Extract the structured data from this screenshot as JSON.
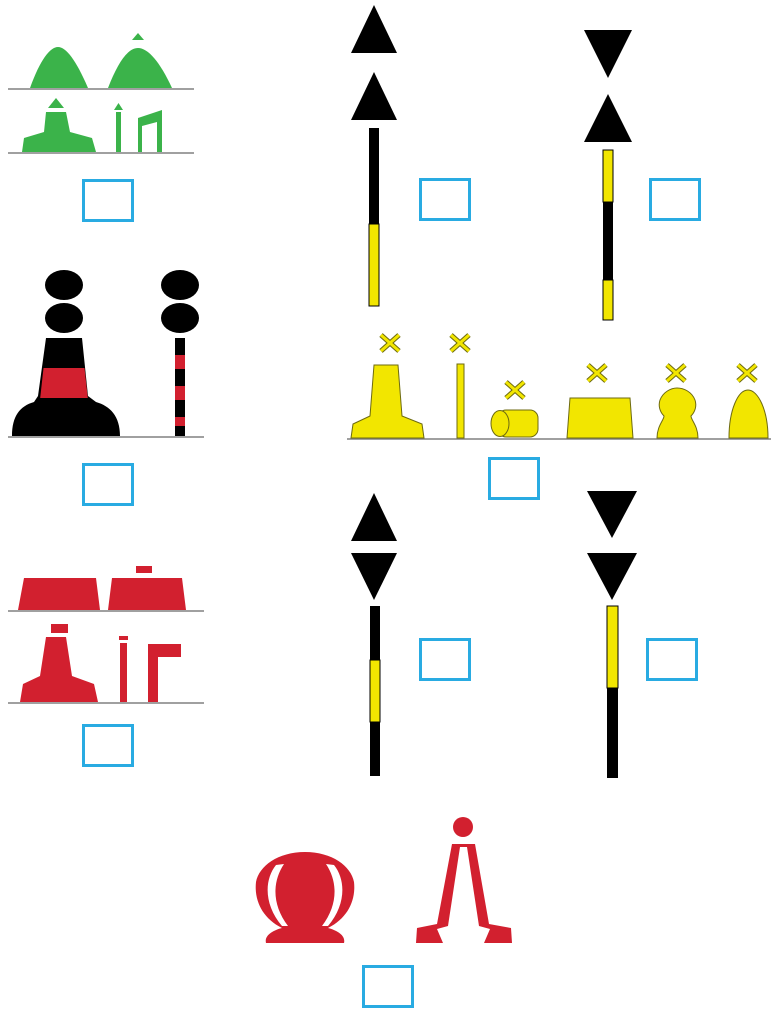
{
  "palette": {
    "green": "#3bb34a",
    "black": "#000000",
    "red": "#d2202f",
    "yellow": "#f2e600",
    "white": "#ffffff",
    "ground_line": "#808080",
    "answer_box_border": "#29abe2"
  },
  "groups": [
    {
      "id": "starboard-lateral",
      "color": "green",
      "topmark": "cone",
      "shapes": [
        "conical-buoy",
        "conical-buoy",
        "pillar-buoy",
        "spar-buoy",
        "beacon"
      ]
    },
    {
      "id": "north-cardinal",
      "color": "black-yellow",
      "topmark": "two-cones-points-up",
      "shapes": [
        "pillar-buoy"
      ]
    },
    {
      "id": "west-cardinal",
      "color": "yellow-black-yellow",
      "topmark": "two-cones-points-together",
      "shapes": [
        "pillar-buoy"
      ]
    },
    {
      "id": "isolated-danger",
      "color": "black-red-black",
      "topmark": "two-spheres",
      "shapes": [
        "pillar-buoy",
        "spar-buoy"
      ]
    },
    {
      "id": "special-mark",
      "color": "yellow",
      "topmark": "x-cross",
      "shapes": [
        "pillar-buoy",
        "spar-buoy",
        "barrel-buoy",
        "can-buoy",
        "spherical-buoy",
        "conical-buoy"
      ]
    },
    {
      "id": "port-lateral",
      "color": "red",
      "topmark": "can",
      "shapes": [
        "can-buoy",
        "can-buoy",
        "pillar-buoy",
        "spar-buoy",
        "beacon"
      ]
    },
    {
      "id": "east-cardinal",
      "color": "black-yellow-black",
      "topmark": "two-cones-points-apart",
      "shapes": [
        "pillar-buoy"
      ]
    },
    {
      "id": "south-cardinal",
      "color": "yellow-black",
      "topmark": "two-cones-points-down",
      "shapes": [
        "pillar-buoy"
      ]
    },
    {
      "id": "safe-water",
      "color": "red-white",
      "topmark": "sphere",
      "shapes": [
        "spherical-buoy",
        "pillar-buoy"
      ]
    }
  ],
  "answers": {
    "starboard_lateral": "",
    "north_cardinal": "",
    "west_cardinal": "",
    "isolated_danger": "",
    "special_mark": "",
    "port_lateral": "",
    "east_cardinal": "",
    "south_cardinal": "",
    "safe_water": ""
  }
}
